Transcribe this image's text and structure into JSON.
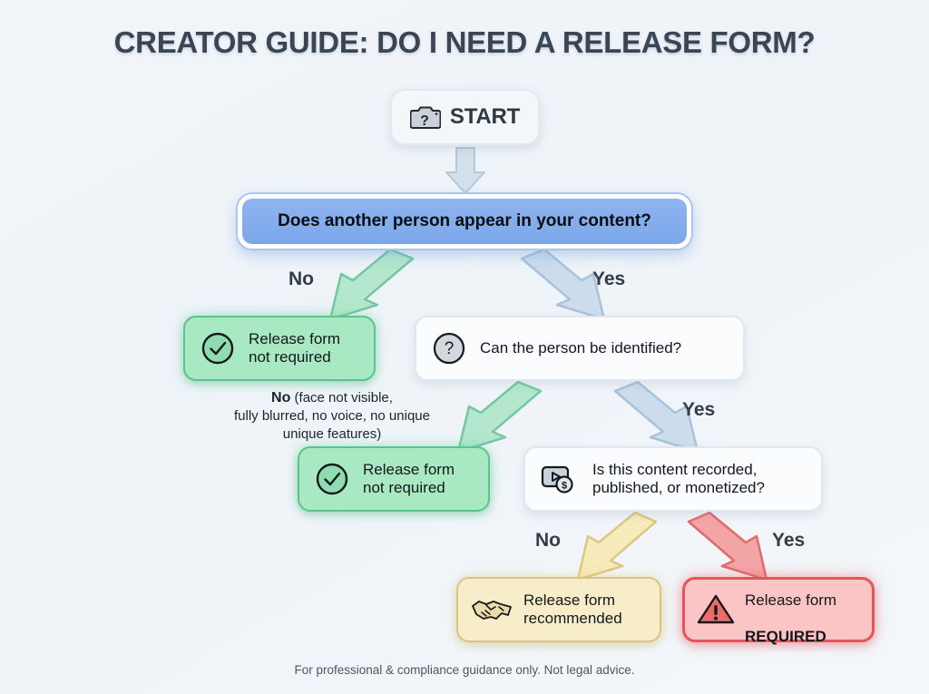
{
  "title": "CREATOR GUIDE: DO I NEED A RELEASE FORM?",
  "footer": "For professional & compliance guidance only. Not legal advice.",
  "nodes": {
    "start": {
      "label": "START",
      "icon": "camera-question-icon"
    },
    "q1": {
      "label": "Does another person appear in your content?",
      "icon": "none"
    },
    "green1": {
      "label": "Release form\nnot required",
      "icon": "check-circle-icon"
    },
    "q2": {
      "label": "Can the person be identified?",
      "icon": "question-circle-icon"
    },
    "green2": {
      "label": "Release form\nnot required",
      "icon": "check-circle-icon"
    },
    "q3": {
      "label": "Is this content recorded,\npublished, or monetized?",
      "icon": "video-money-icon"
    },
    "cream": {
      "label": "Release form\nrecommended",
      "icon": "handshake-icon"
    },
    "red": {
      "label_top": "Release form",
      "label_bottom": "REQUIRED",
      "icon": "warning-triangle-icon"
    }
  },
  "edges": {
    "no1": "No",
    "yes1": "Yes",
    "yes2": "Yes",
    "no3": "No",
    "yes3": "Yes",
    "annotation_bold": "No",
    "annotation_rest": " (face not visible,\nfully blurred,  no voice, no unique\nunique features)"
  },
  "colors": {
    "background": "#f0f4f8",
    "title": "#3b4654",
    "decision_blue": "#7ba7ea",
    "outcome_green": "#a8e8c3",
    "green_border": "#59c48c",
    "cream": "#f7edc9",
    "cream_border": "#d9c684",
    "red": "#fbc5c5",
    "red_border": "#e4545a",
    "arrow_gray": "#c3d3e2",
    "arrow_green": "#a9e3c5",
    "arrow_yellow": "#f5e7b4",
    "arrow_red": "#ef9a9a"
  }
}
